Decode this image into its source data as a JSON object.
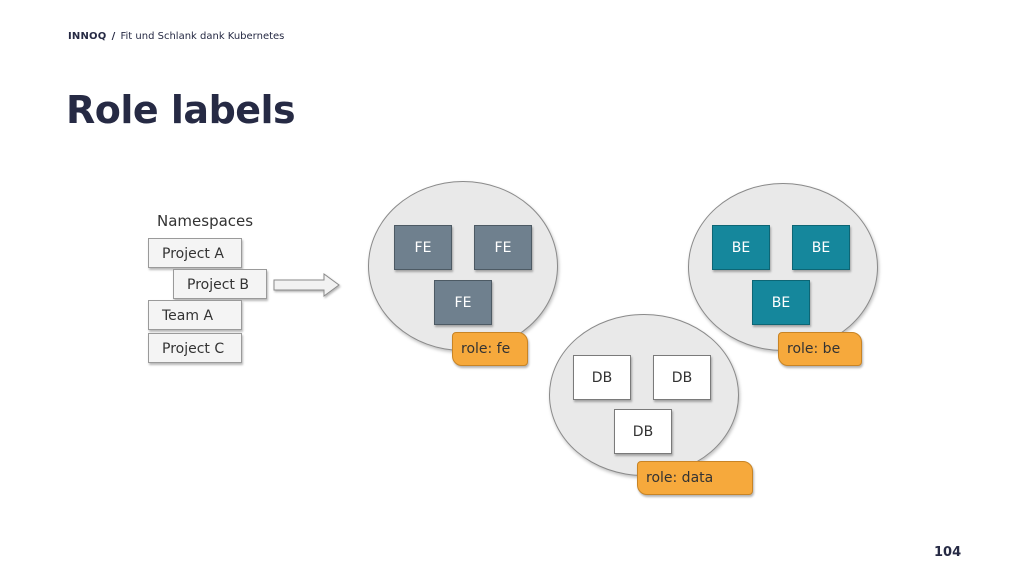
{
  "header": {
    "brand": "INNOQ",
    "separator": "/",
    "subtitle": "Fit und Schlank dank Kubernetes"
  },
  "title": "Role labels",
  "namespaces": {
    "heading": "Namespaces",
    "items": [
      "Project A",
      "Project B",
      "Team A",
      "Project C"
    ]
  },
  "groups": {
    "fe": {
      "pods": [
        "FE",
        "FE",
        "FE"
      ],
      "label": "role: fe"
    },
    "be": {
      "pods": [
        "BE",
        "BE",
        "BE"
      ],
      "label": "role: be"
    },
    "db": {
      "pods": [
        "DB",
        "DB",
        "DB"
      ],
      "label": "role: data"
    }
  },
  "colors": {
    "fe_pod": "#6f808e",
    "be_pod": "#15879c",
    "label_tag": "#f6a93c",
    "title": "#262a44"
  },
  "page_number": "104"
}
